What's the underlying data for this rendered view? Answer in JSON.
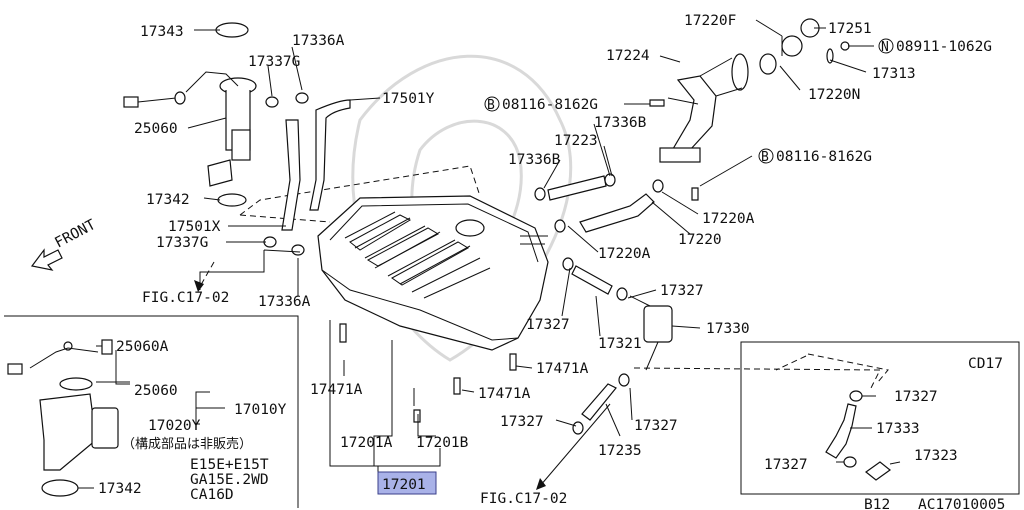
{
  "parts": {
    "p17343": "17343",
    "p17336a_top": "17336A",
    "p17337g_top": "17337G",
    "p17501y": "17501Y",
    "p25060_top": "25060",
    "p17342_top": "17342",
    "p17501x": "17501X",
    "p17337g_bot": "17337G",
    "p17336a_bot": "17336A",
    "p17471a_left": "17471A",
    "p17471a_mid": "17471A",
    "p17471a_right": "17471A",
    "p17201a": "17201A",
    "p17201b": "17201B",
    "p17201": "17201",
    "p17220f": "17220F",
    "p17251": "17251",
    "n08911": "08911-1062G",
    "p17224": "17224",
    "p17313": "17313",
    "p17220n": "17220N",
    "b08116_top": "08116-8162G",
    "p17336b_a": "17336B",
    "p17223": "17223",
    "p17336b_b": "17336B",
    "b08116_right": "08116-8162G",
    "p17220a_right": "17220A",
    "p17220": "17220",
    "p17220a_mid": "17220A",
    "p17327_a": "17327",
    "p17327_b": "17327",
    "p17321": "17321",
    "p17330": "17330",
    "p17327_c": "17327",
    "p17327_d": "17327",
    "p17235": "17235",
    "p25060a": "25060A",
    "p25060_inset": "25060",
    "p17010y": "17010Y",
    "p17020y": "17020Y",
    "p17342_inset": "17342",
    "note_jp": "（構成部品は非販売）",
    "eng_1": "E15E+E15T",
    "eng_2": "GA15E.2WD",
    "eng_3": "CA16D",
    "cd17": "CD17",
    "cd_17327_a": "17327",
    "cd_17333": "17333",
    "cd_17327_b": "17327",
    "cd_17323": "17323"
  },
  "markers": {
    "n": "N",
    "b": "B"
  },
  "refs": {
    "front": "FRONT",
    "fig_left": "FIG.C17-02",
    "fig_bottom": "FIG.C17-02"
  },
  "footer": {
    "page": "B12",
    "code": "AC17010005"
  },
  "colors": {
    "highlight": "#a9b2e8"
  }
}
